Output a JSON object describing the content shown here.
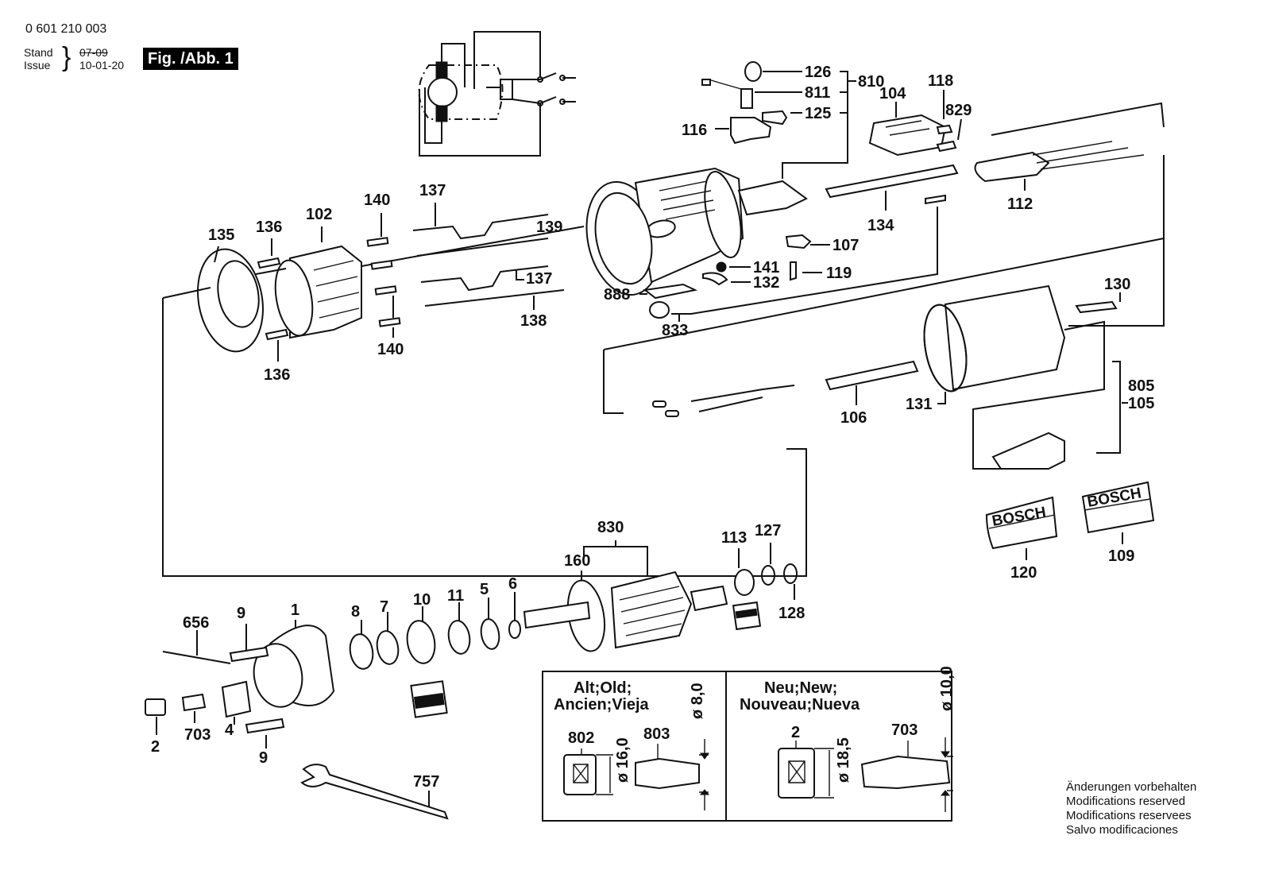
{
  "header": {
    "doc_number": "0 601 210 003",
    "stand_label": "Stand",
    "issue_label": "Issue",
    "old_date": "07-09",
    "issue_date": "10-01-20",
    "figure_label": "Fig. /Abb. 1"
  },
  "parts": {
    "p126": "126",
    "p811": "811",
    "p125": "125",
    "p810": "810",
    "p116": "116",
    "p104": "104",
    "p118": "118",
    "p829": "829",
    "p112": "112",
    "p134": "134",
    "p107": "107",
    "p141": "141",
    "p119": "119",
    "p132": "132",
    "p888": "888",
    "p833": "833",
    "p135": "135",
    "p136a": "136",
    "p136b": "136",
    "p102": "102",
    "p140a": "140",
    "p140b": "140",
    "p137a": "137",
    "p137b": "137",
    "p139": "139",
    "p138": "138",
    "p130": "130",
    "p131": "131",
    "p106": "106",
    "p805": "805",
    "p105": "105",
    "p120": "120",
    "p109": "109",
    "p830": "830",
    "p160": "160",
    "p113": "113",
    "p127": "127",
    "p128": "128",
    "p656": "656",
    "p9a": "9",
    "p9b": "9",
    "p1": "1",
    "p8": "8",
    "p7": "7",
    "p10": "10",
    "p11": "11",
    "p5": "5",
    "p6": "6",
    "p2": "2",
    "p703": "703",
    "p4": "4",
    "p757": "757"
  },
  "labels_plate": {
    "brand": "BOSCH"
  },
  "inset": {
    "old": {
      "title_line1": "Alt;Old;",
      "title_line2": "Ancien;Vieja",
      "part_nut": "802",
      "part_collet": "803",
      "nut_diameter": "ø 16,0",
      "collet_diameter": "ø 8,0"
    },
    "new": {
      "title_line1": "Neu;New;",
      "title_line2": "Nouveau;Nueva",
      "part_nut": "2",
      "part_collet": "703",
      "nut_diameter": "ø 18,5",
      "collet_diameter": "ø 10,0"
    }
  },
  "footer": {
    "line1": "Änderungen vorbehalten",
    "line2": "Modifications reserved",
    "line3": "Modifications reservees",
    "line4": "Salvo modificaciones"
  }
}
